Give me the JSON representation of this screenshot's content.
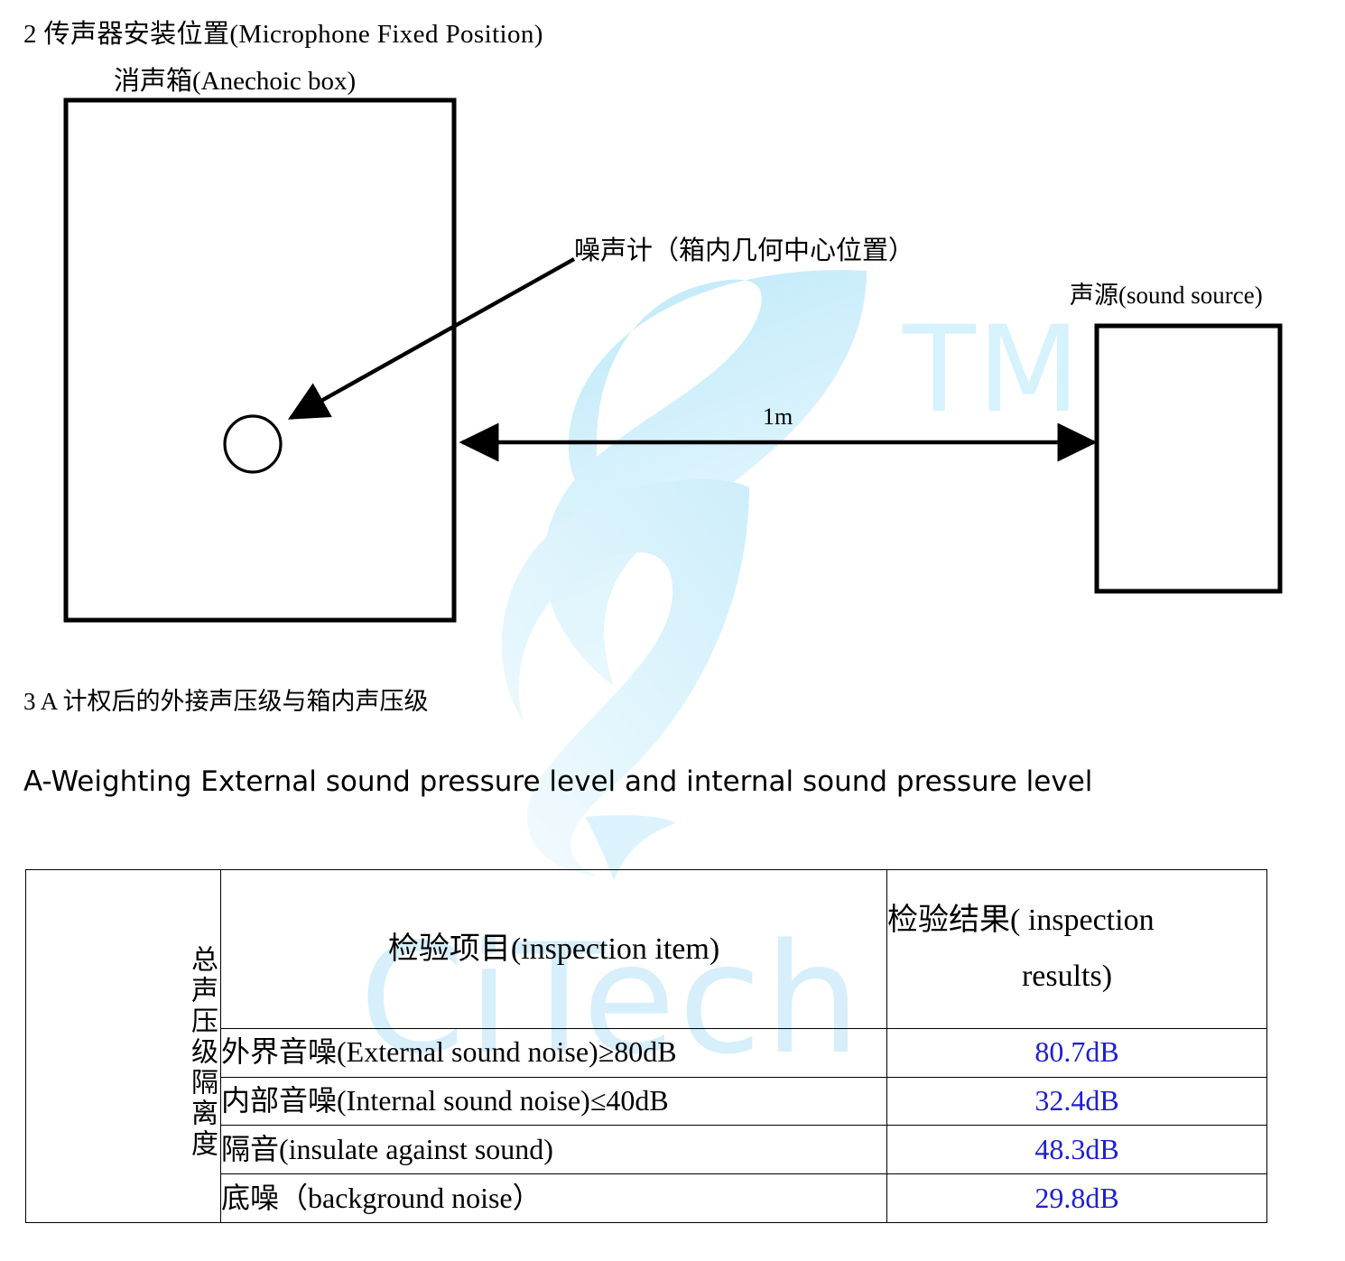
{
  "section2": {
    "number": "2",
    "title": "2  传声器安装位置(Microphone Fixed Position)",
    "anechoic_box_label": "消声箱(Anechoic box)",
    "noise_meter_label": "噪声计（箱内几何中心位置）",
    "sound_source_label": "声源(sound source)",
    "distance_label": "1m"
  },
  "section3": {
    "title_cn": "3   A 计权后的外接声压级与箱内声压级",
    "title_en": "A-Weighting External sound pressure level and internal sound pressure level"
  },
  "table": {
    "vertical_header": "总声压级隔离度",
    "header_item": "检验项目(inspection item)",
    "header_result_line1": "检验结果( inspection",
    "header_result_line2": "results)",
    "rows": [
      {
        "item": "外界音噪(External sound noise)≥80dB",
        "result": "80.7dB"
      },
      {
        "item": "内部音噪(Internal sound noise)≤40dB",
        "result": "32.4dB"
      },
      {
        "item": "隔音(insulate against sound)",
        "result": "48.3dB"
      },
      {
        "item": "底噪（background noise）",
        "result": "29.8dB"
      }
    ]
  },
  "watermark": {
    "brand_text": "CiTech",
    "tm_text": "TM",
    "swoosh_color": "#CCEFFB",
    "brand_color": "#D4EEFB"
  },
  "colors": {
    "result_value": "#2020D0",
    "stroke": "#000000",
    "page_background": "#FFFFFF"
  }
}
